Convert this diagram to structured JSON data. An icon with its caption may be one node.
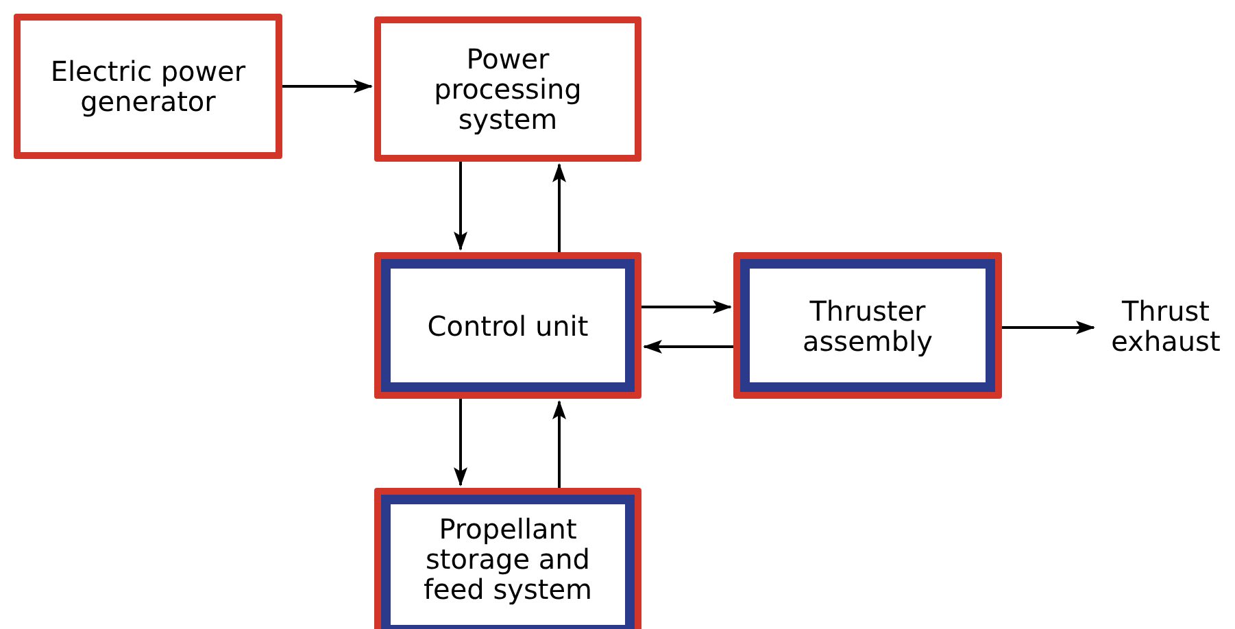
{
  "diagram": {
    "nodes": [
      {
        "text": [
          "Electric power generator"
        ]
      },
      {
        "text": [
          "Power processing system"
        ]
      },
      {
        "text": [
          "Control unit"
        ]
      },
      {
        "text": [
          "Thruster assembly"
        ]
      },
      {
        "text": [
          "Thrust exhaust"
        ]
      },
      {
        "text": [
          "Propellant storage and feed system"
        ]
      }
    ],
    "edges": [
      {
        "from": 0,
        "to": 1,
        "arrow": "to"
      },
      {
        "from": 1,
        "to": 2,
        "arrow": "to"
      },
      {
        "from": 2,
        "to": 1,
        "arrow": "to"
      },
      {
        "from": 2,
        "to": 3,
        "arrow": "to"
      },
      {
        "from": 3,
        "to": 2,
        "arrow": "to"
      },
      {
        "from": 3,
        "to": 4,
        "arrow": "to"
      },
      {
        "from": 2,
        "to": 5,
        "arrow": "to"
      },
      {
        "from": 5,
        "to": 2,
        "arrow": "to"
      }
    ]
  }
}
